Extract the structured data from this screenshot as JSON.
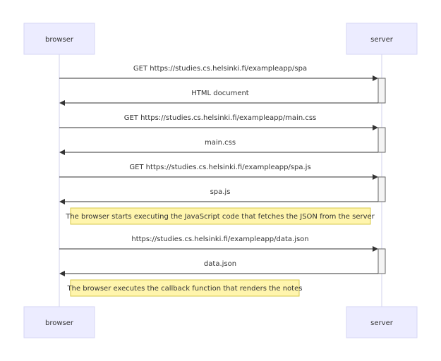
{
  "actors": {
    "browser": "browser",
    "server": "server"
  },
  "messages": [
    {
      "from": "browser",
      "to": "server",
      "text": "GET https://studies.cs.helsinki.fi/exampleapp/spa"
    },
    {
      "from": "server",
      "to": "browser",
      "text": "HTML document"
    },
    {
      "from": "browser",
      "to": "server",
      "text": "GET https://studies.cs.helsinki.fi/exampleapp/main.css"
    },
    {
      "from": "server",
      "to": "browser",
      "text": "main.css"
    },
    {
      "from": "browser",
      "to": "server",
      "text": "GET https://studies.cs.helsinki.fi/exampleapp/spa.js"
    },
    {
      "from": "server",
      "to": "browser",
      "text": "spa.js"
    },
    {
      "from": "browser",
      "to": "server",
      "text": "https://studies.cs.helsinki.fi/exampleapp/data.json"
    },
    {
      "from": "server",
      "to": "browser",
      "text": "data.json"
    }
  ],
  "notes": [
    {
      "text": "The browser starts executing the JavaScript code that fetches the JSON from the server"
    },
    {
      "text": "The browser executes the callback function that renders the notes"
    }
  ],
  "colors": {
    "actor_fill": "#ececff",
    "note_fill": "#fff5ad",
    "line": "#333333"
  }
}
